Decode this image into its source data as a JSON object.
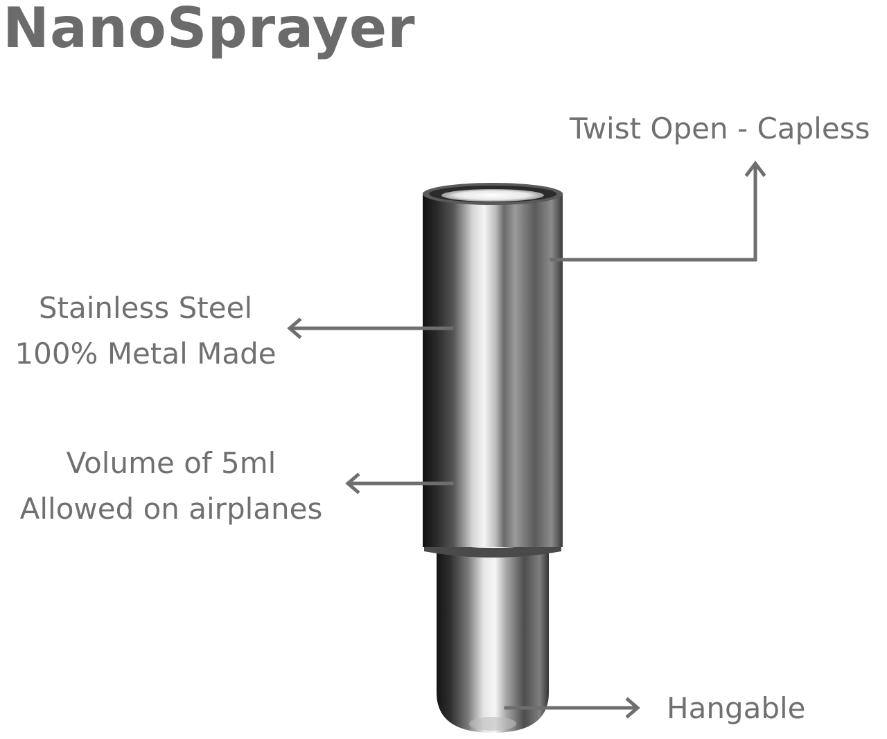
{
  "product": {
    "title": "NanoSprayer"
  },
  "callouts": {
    "twist": {
      "text": "Twist Open - Capless"
    },
    "steel": {
      "line1": "Stainless Steel",
      "line2": "100% Metal Made"
    },
    "volume": {
      "line1": "Volume of 5ml",
      "line2": "Allowed on airplanes"
    },
    "hang": {
      "text": "Hangable"
    }
  },
  "colors": {
    "text": "#6b6b6b",
    "arrow": "#6e6e6e",
    "metal_dark": "#1c1c1c",
    "metal_light": "#f2f2f2"
  }
}
